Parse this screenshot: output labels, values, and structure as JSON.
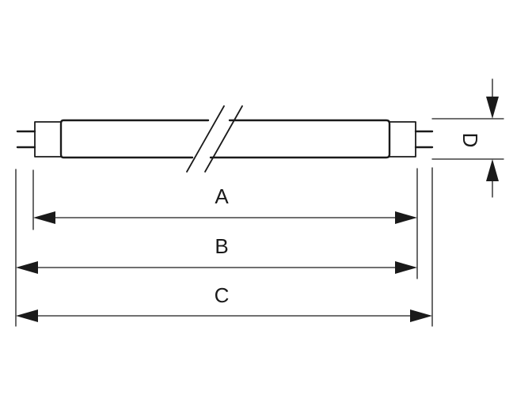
{
  "labels": {
    "a": "A",
    "b": "B",
    "c": "C",
    "d": "D"
  },
  "colors": {
    "line": "#1a1a1a",
    "background": "#ffffff"
  }
}
